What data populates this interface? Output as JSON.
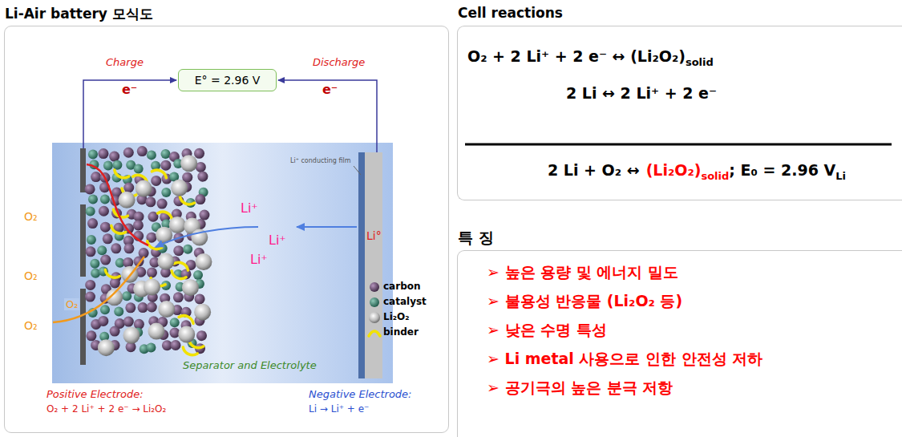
{
  "diagram": {
    "nodes": [
      {
        "text": [
          "Li-Air battery 모식도"
        ]
      },
      {
        "text": [
          "E° = 2.96 V"
        ],
        "in": 0
      },
      {
        "text": [
          "Cell reactions",
          "O₂ + 2 Li⁺ + 2 e⁻ ↔ (Li₂O₂)",
          "solid",
          "2 Li ↔ 2 Li⁺ + 2 e⁻",
          "2 Li + O₂ ↔",
          "(Li₂O₂)",
          "solid",
          "; E₀ = 2.96 V",
          "Li"
        ]
      },
      {
        "text": [
          "특 징",
          "➢ 높은 용량 및 에너지 밀도",
          "➢ 불용성 반응물 (Li₂O₂ 등)",
          "➢ 낮은 수명 특성",
          "➢ Li metal 사용으로 인한 안전성 저하",
          "➢ 공기극의 높은 분극 저항"
        ]
      }
    ],
    "labels": [
      "Charge",
      "e⁻",
      "Discharge",
      "e⁻",
      "O₂",
      "O₂",
      "O₂",
      "O₂",
      "Li⁺ conducting film",
      "Li⁺",
      "Li⁺",
      "Li⁺",
      "Li°",
      "Separator and Electrolyte",
      "Positive Electrode:",
      "O₂ + 2 Li⁺ + 2 e⁻ → Li₂O₂",
      "Negative Electrode:",
      "Li → Li⁺ + e⁻"
    ],
    "legend": [
      {
        "text": "carbon"
      },
      {
        "text": "catalyst"
      },
      {
        "text": "Li₂O₂"
      },
      {
        "text": "binder"
      }
    ]
  }
}
